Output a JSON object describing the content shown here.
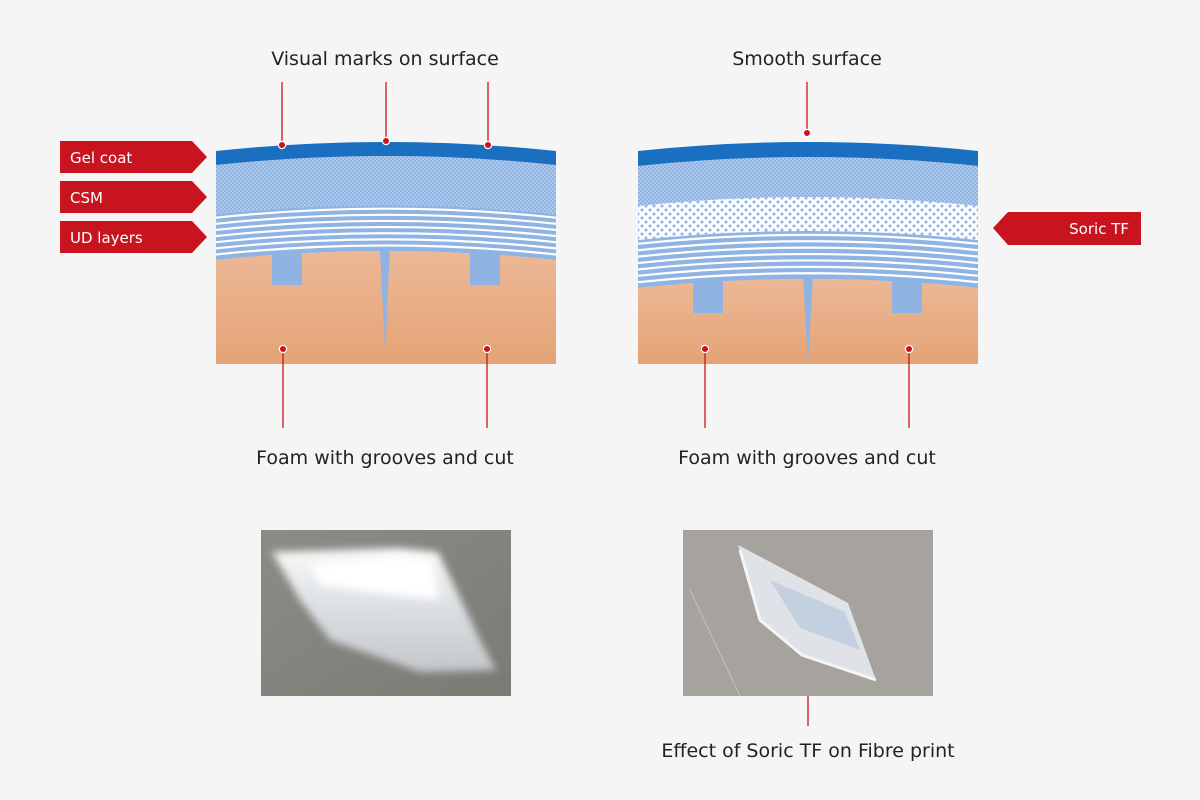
{
  "left_diagram": {
    "title": "Visual marks on surface",
    "bottom_label": "Foam with grooves and cut",
    "layer_tags": [
      "Gel coat",
      "CSM",
      "UD layers"
    ]
  },
  "right_diagram": {
    "title": "Smooth surface",
    "bottom_label": "Foam with grooves and cut",
    "layer_tag": "Soric TF"
  },
  "photo_caption": "Effect of Soric TF on Fibre print",
  "colors": {
    "accent_red": "#c8141e",
    "gel_coat": "#1a6fc0",
    "laminate": "#8fb3e3",
    "foam": "#e8ad84"
  }
}
